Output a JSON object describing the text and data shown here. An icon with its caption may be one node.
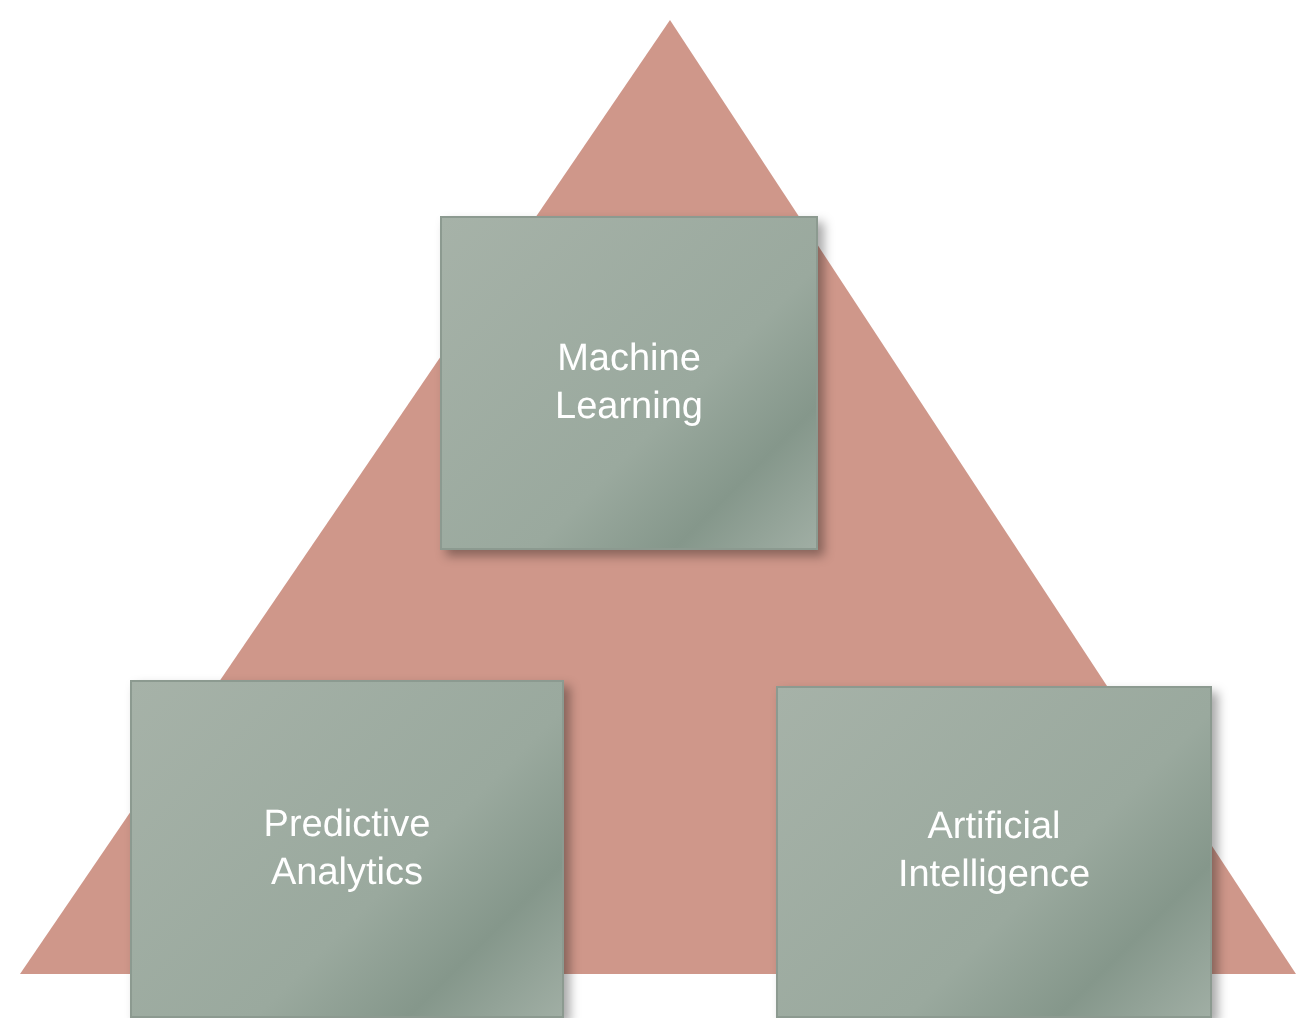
{
  "diagram": {
    "nodes": [
      {
        "text": [
          "Machine Learning"
        ]
      },
      {
        "text": [
          "Predictive Analytics"
        ]
      },
      {
        "text": [
          "Artificial Intelligence"
        ]
      }
    ]
  }
}
